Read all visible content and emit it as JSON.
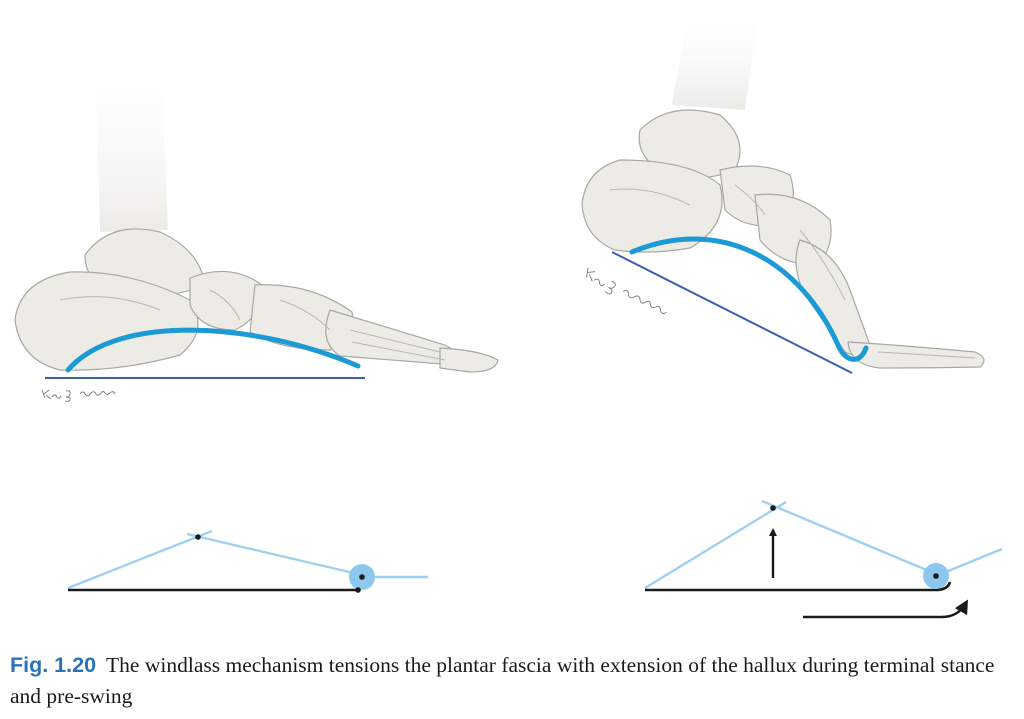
{
  "colors": {
    "fascia": "#1b9ad6",
    "baseline": "#3d5fb0",
    "truss": "#9fd0ef",
    "ground": "#1a1a1a",
    "joint": "#8cc8ee",
    "caption_label": "#2a73b8",
    "bone_fill": "#ecebe6",
    "bone_stroke": "#a8a8a2"
  },
  "illustrations": {
    "left": {
      "subject": "foot-lateral-view-neutral",
      "signature": "Kevin B. Rosenblum"
    },
    "right": {
      "subject": "foot-lateral-view-heel-raised",
      "signature": "Kevin B. Rosenblum"
    }
  },
  "caption": {
    "label": "Fig. 1.20",
    "text": "The windlass mechanism tensions the plantar fascia with extension of the hallux during terminal stance and pre-swing"
  }
}
